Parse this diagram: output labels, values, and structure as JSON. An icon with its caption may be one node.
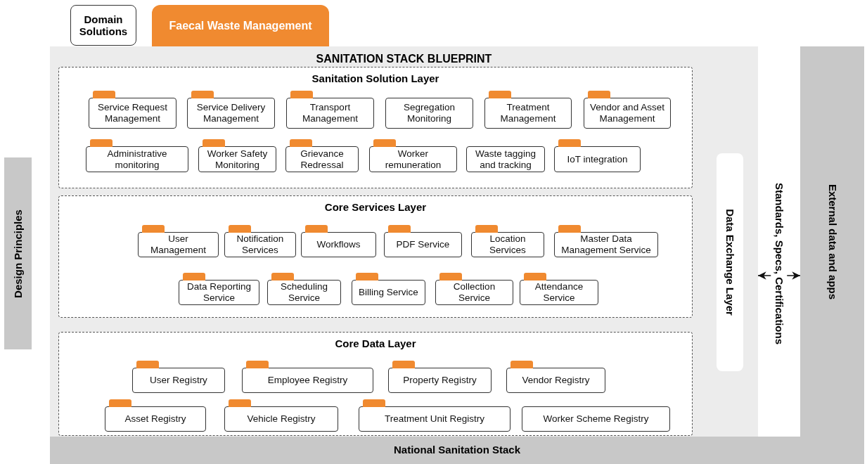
{
  "diagram": {
    "nodes": [
      {
        "text": [
          "Domain Solutions"
        ]
      },
      {
        "text": [
          "Faecal Waste Management"
        ]
      },
      {
        "text": [
          "Design Principles"
        ]
      },
      {
        "text": [
          "SANITATION STACK BLUEPRINT"
        ]
      },
      {
        "text": [
          "Sanitation Solution Layer"
        ],
        "in": 3
      },
      {
        "text": [
          "Service Request Management"
        ],
        "in": 4
      },
      {
        "text": [
          "Service Delivery Management"
        ],
        "in": 4
      },
      {
        "text": [
          "Transport Management"
        ],
        "in": 4
      },
      {
        "text": [
          "Segregation Monitoring"
        ],
        "in": 4
      },
      {
        "text": [
          "Treatment Management"
        ],
        "in": 4
      },
      {
        "text": [
          "Vendor and Asset Management"
        ],
        "in": 4
      },
      {
        "text": [
          "Administrative monitoring"
        ],
        "in": 4
      },
      {
        "text": [
          "Worker Safety Monitoring"
        ],
        "in": 4
      },
      {
        "text": [
          "Grievance Redressal"
        ],
        "in": 4
      },
      {
        "text": [
          "Worker remuneration"
        ],
        "in": 4
      },
      {
        "text": [
          "Waste tagging and tracking"
        ],
        "in": 4
      },
      {
        "text": [
          "IoT integration"
        ],
        "in": 4
      },
      {
        "text": [
          "Core Services Layer"
        ],
        "in": 3
      },
      {
        "text": [
          "User Management"
        ],
        "in": 17
      },
      {
        "text": [
          "Notification Services"
        ],
        "in": 17
      },
      {
        "text": [
          "Workflows"
        ],
        "in": 17
      },
      {
        "text": [
          "PDF Service"
        ],
        "in": 17
      },
      {
        "text": [
          "Location Services"
        ],
        "in": 17
      },
      {
        "text": [
          "Master Data Management Service"
        ],
        "in": 17
      },
      {
        "text": [
          "Data Reporting Service"
        ],
        "in": 17
      },
      {
        "text": [
          "Scheduling Service"
        ],
        "in": 17
      },
      {
        "text": [
          "Billing Service"
        ],
        "in": 17
      },
      {
        "text": [
          "Collection Service"
        ],
        "in": 17
      },
      {
        "text": [
          "Attendance Service"
        ],
        "in": 17
      },
      {
        "text": [
          "Core Data Layer"
        ],
        "in": 3
      },
      {
        "text": [
          "User Registry"
        ],
        "in": 29
      },
      {
        "text": [
          "Employee Registry"
        ],
        "in": 29
      },
      {
        "text": [
          "Property Registry"
        ],
        "in": 29
      },
      {
        "text": [
          "Vendor Registry"
        ],
        "in": 29
      },
      {
        "text": [
          "Asset Registry"
        ],
        "in": 29
      },
      {
        "text": [
          "Vehicle Registry"
        ],
        "in": 29
      },
      {
        "text": [
          "Treatment Unit Registry"
        ],
        "in": 29
      },
      {
        "text": [
          "Worker Scheme Registry"
        ],
        "in": 29
      },
      {
        "text": [
          "Data Exchange Layer"
        ],
        "in": 3
      },
      {
        "text": [
          "External data and apps"
        ]
      },
      {
        "text": [
          "National Sanitation Stack"
        ]
      }
    ],
    "edges": [
      {
        "from": 3,
        "to": 39,
        "arrow": "both",
        "label": "Standards, Specs, Certifications"
      }
    ]
  }
}
